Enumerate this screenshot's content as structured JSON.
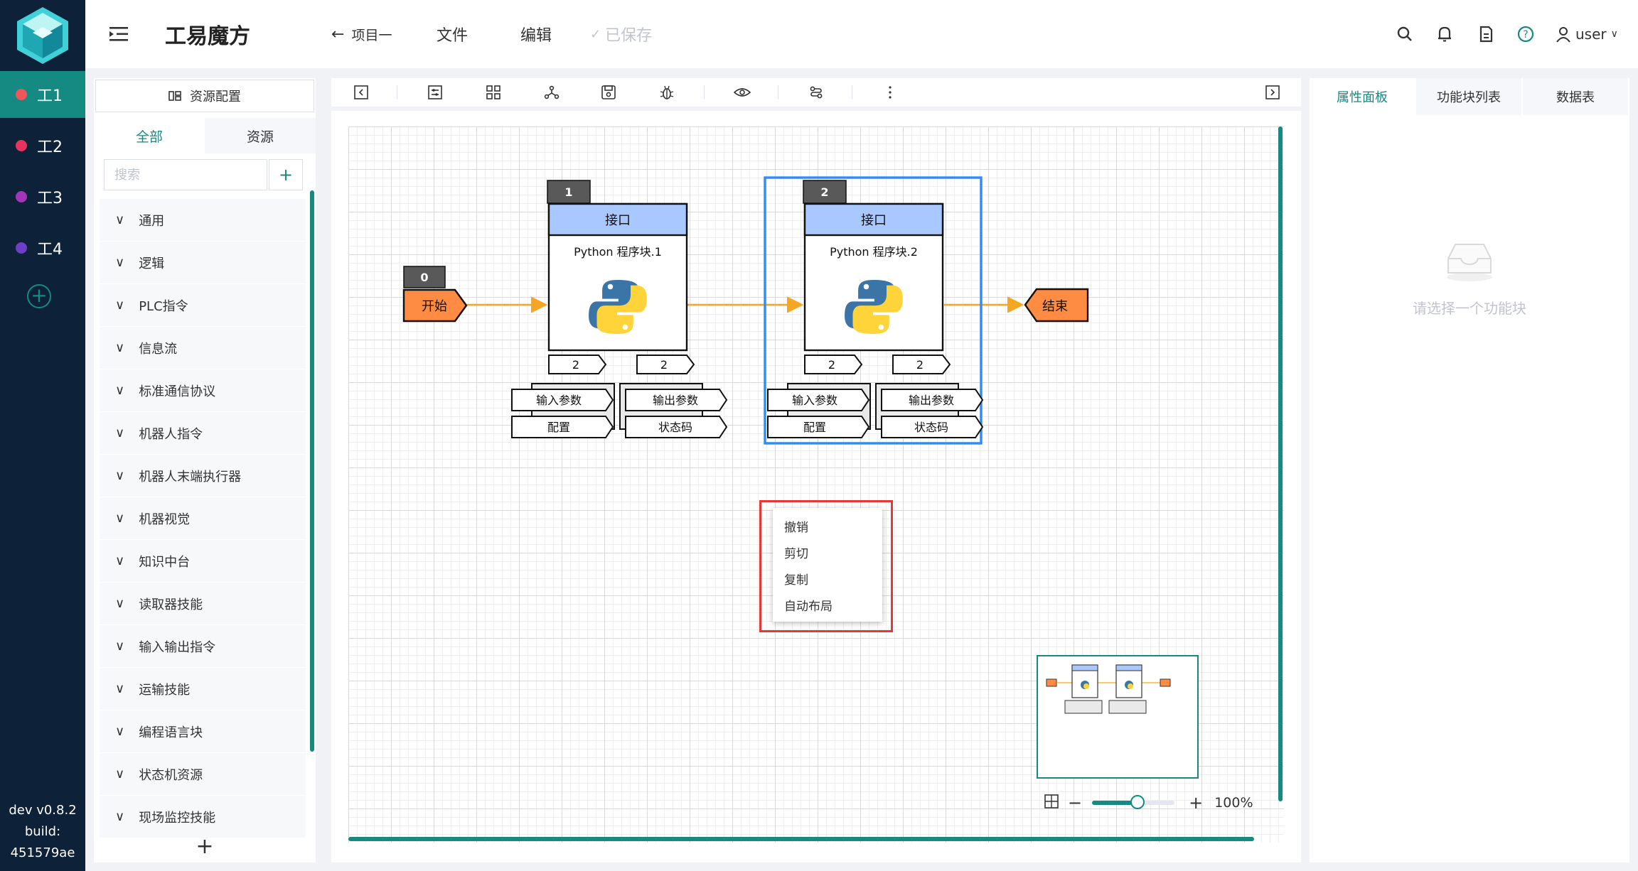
{
  "rail": {
    "workspaces": [
      {
        "label": "工1",
        "color": "#f0555a",
        "active": true
      },
      {
        "label": "工2",
        "color": "#e8335d",
        "active": false
      },
      {
        "label": "工3",
        "color": "#a335b8",
        "active": false
      },
      {
        "label": "工4",
        "color": "#6e3ec4",
        "active": false
      }
    ],
    "version": "dev v0.8.2",
    "build_label": "build:",
    "build_hash": "451579ae"
  },
  "topbar": {
    "app_title": "工易魔方",
    "back_label": "项目一",
    "file_label": "文件",
    "edit_label": "编辑",
    "saved_label": "已保存",
    "user_label": "user"
  },
  "left_panel": {
    "resource_config_label": "资源配置",
    "tabs": [
      "全部",
      "资源"
    ],
    "search_placeholder": "搜索",
    "categories": [
      "通用",
      "逻辑",
      "PLC指令",
      "信息流",
      "标准通信协议",
      "机器人指令",
      "机器人末端执行器",
      "机器视觉",
      "知识中台",
      "读取器技能",
      "输入输出指令",
      "运输技能",
      "编程语言块",
      "状态机资源",
      "现场监控技能"
    ]
  },
  "canvas": {
    "start_node": {
      "id": "0",
      "label": "开始"
    },
    "end_node": {
      "label": "结束"
    },
    "blocks": [
      {
        "id": "1",
        "header": "接口",
        "title": "Python 程序块.1",
        "port_left": "2",
        "port_right": "2",
        "in_params": "输入参数",
        "out_params": "输出参数",
        "config": "配置",
        "status": "状态码"
      },
      {
        "id": "2",
        "header": "接口",
        "title": "Python 程序块.2",
        "port_left": "2",
        "port_right": "2",
        "in_params": "输入参数",
        "out_params": "输出参数",
        "config": "配置",
        "status": "状态码"
      }
    ],
    "context_menu": [
      "撤销",
      "剪切",
      "复制",
      "自动布局"
    ],
    "zoom": "100%",
    "zoom_fraction": 0.55,
    "colors": {
      "accent": "#148a83",
      "orange": "#ff8c42",
      "edge": "#f5a623",
      "selected": "#2f8cf0",
      "header": "#a9c8ff",
      "badge": "#595959"
    }
  },
  "right_panel": {
    "tabs": [
      "属性面板",
      "功能块列表",
      "数据表"
    ],
    "empty_text": "请选择一个功能块"
  }
}
